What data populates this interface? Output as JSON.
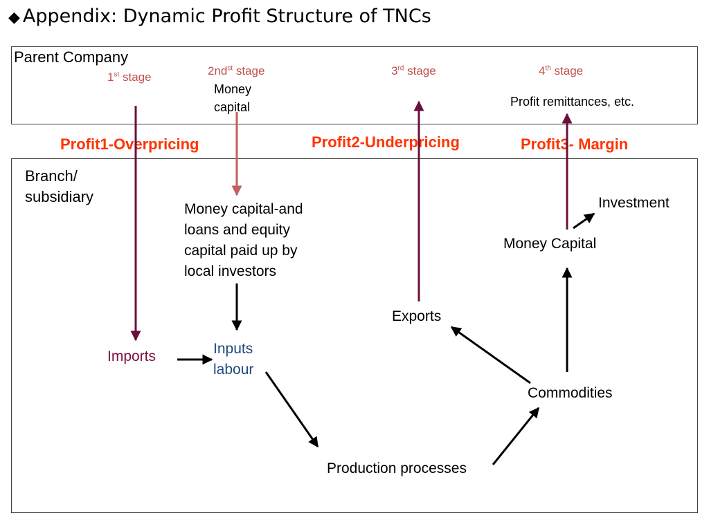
{
  "title": {
    "bullet": "◆",
    "text": "Appendix:  Dynamic Profit Structure of TNCs"
  },
  "parent": {
    "label": "Parent Company"
  },
  "branch": {
    "label_line1": "Branch/",
    "label_line2": "subsidiary"
  },
  "stages": [
    {
      "num": "1",
      "sup": "st",
      "rest": " stage"
    },
    {
      "num": "2nd",
      "sup": "st",
      "rest": " stage"
    },
    {
      "num": "3",
      "sup": "rd",
      "rest": " stage"
    },
    {
      "num": "4",
      "sup": "th",
      "rest": "  stage"
    }
  ],
  "parent_nodes": {
    "money_capital_line1": "Money",
    "money_capital_line2": "capital",
    "profit_remittances": "Profit remittances, etc."
  },
  "profits": {
    "p1": "Profit1-Overpricing",
    "p2": "Profit2-Underpricing",
    "p3": "Profit3- Margin"
  },
  "nodes": {
    "loans_line1": "Money capital-and",
    "loans_line2": "loans and equity",
    "loans_line3": "capital paid up by",
    "loans_line4": "local investors",
    "imports": "Imports",
    "inputs_line1": "Inputs",
    "inputs_line2": "labour",
    "production": "Production processes",
    "commodities": "Commodities",
    "exports": "Exports",
    "money_capital": "Money Capital",
    "investment": "Investment"
  },
  "colors": {
    "stage": "#c0504d",
    "profit": "#ff3300",
    "maroon_arrow": "#6b0f3a",
    "light_arrow": "#c06060",
    "imports_text": "#7a1040",
    "inputs_text": "#1f497d"
  }
}
